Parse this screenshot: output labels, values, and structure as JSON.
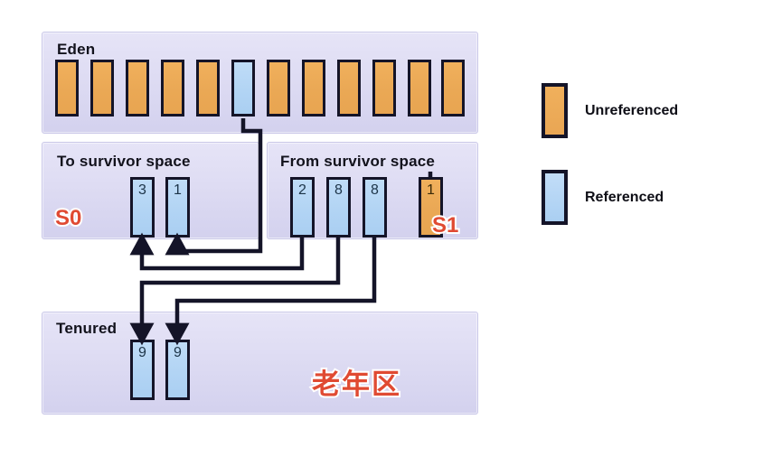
{
  "diagram": {
    "title_hidden": "",
    "regions": [
      {
        "key": "eden",
        "label": "Eden"
      },
      {
        "key": "to_surv",
        "label": "To survivor  space"
      },
      {
        "key": "from_surv",
        "label": "From survivor  space"
      },
      {
        "key": "tenured",
        "label": "Tenured"
      }
    ],
    "eden": {
      "label": "Eden",
      "objects": [
        {
          "value": "",
          "state": "unreferenced"
        },
        {
          "value": "",
          "state": "unreferenced"
        },
        {
          "value": "",
          "state": "unreferenced"
        },
        {
          "value": "",
          "state": "unreferenced"
        },
        {
          "value": "",
          "state": "unreferenced"
        },
        {
          "value": "",
          "state": "referenced"
        },
        {
          "value": "",
          "state": "unreferenced"
        },
        {
          "value": "",
          "state": "unreferenced"
        },
        {
          "value": "",
          "state": "unreferenced"
        },
        {
          "value": "",
          "state": "unreferenced"
        },
        {
          "value": "",
          "state": "unreferenced"
        },
        {
          "value": "",
          "state": "unreferenced"
        }
      ]
    },
    "to_survivor": {
      "label": "To survivor  space",
      "badge": "S0",
      "objects": [
        {
          "value": "3",
          "state": "referenced"
        },
        {
          "value": "1",
          "state": "referenced"
        }
      ]
    },
    "from_survivor": {
      "label": "From survivor  space",
      "badge": "S1",
      "objects": [
        {
          "value": "2",
          "state": "referenced"
        },
        {
          "value": "8",
          "state": "referenced"
        },
        {
          "value": "8",
          "state": "referenced"
        },
        {
          "value": "1",
          "state": "unreferenced"
        }
      ]
    },
    "tenured": {
      "label": "Tenured",
      "badge_cjk": "老年区",
      "objects": [
        {
          "value": "9",
          "state": "referenced"
        },
        {
          "value": "9",
          "state": "referenced"
        }
      ]
    },
    "legend": {
      "items": [
        {
          "label": "Unreferenced",
          "state": "unreferenced",
          "color": "#eaa855"
        },
        {
          "label": "Referenced",
          "state": "referenced",
          "color": "#aacff2"
        }
      ]
    },
    "colors": {
      "unreferenced": "#eaa855",
      "referenced": "#aacff2",
      "region_fill": "#ded c f3",
      "outline": "#141428",
      "badge_red": "#e04a32",
      "background": "#ffffff"
    }
  }
}
